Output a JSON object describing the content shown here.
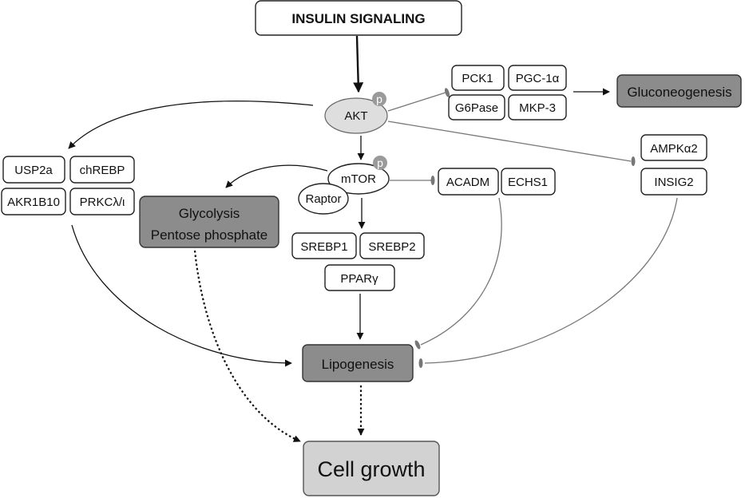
{
  "title": "INSULIN SIGNALING",
  "nodes": {
    "akt": "AKT",
    "phospho": "p",
    "mtor": "mTOR",
    "raptor": "Raptor",
    "pck1": "PCK1",
    "pgc1a": "PGC-1α",
    "g6pase": "G6Pase",
    "mkp3": "MKP-3",
    "gluconeogenesis": "Gluconeogenesis",
    "usp2a": "USP2a",
    "chrebp": "chREBP",
    "akr1b10": "AKR1B10",
    "prkc": "PRKCλ/ι",
    "glycolysis": "Glycolysis",
    "pentose": "Pentose phosphate",
    "acadm": "ACADM",
    "echs1": "ECHS1",
    "ampka2": "AMPKα2",
    "insig2": "INSIG2",
    "srebp1": "SREBP1",
    "srebp2": "SREBP2",
    "ppar": "PPARγ",
    "lipogenesis": "Lipogenesis",
    "cellgrowth": "Cell growth"
  },
  "colors": {
    "outcome_dark": "#8c8c8c",
    "outcome_light": "#d2d2d2",
    "akt_fill": "#dedede",
    "inhibition": "#777777"
  }
}
